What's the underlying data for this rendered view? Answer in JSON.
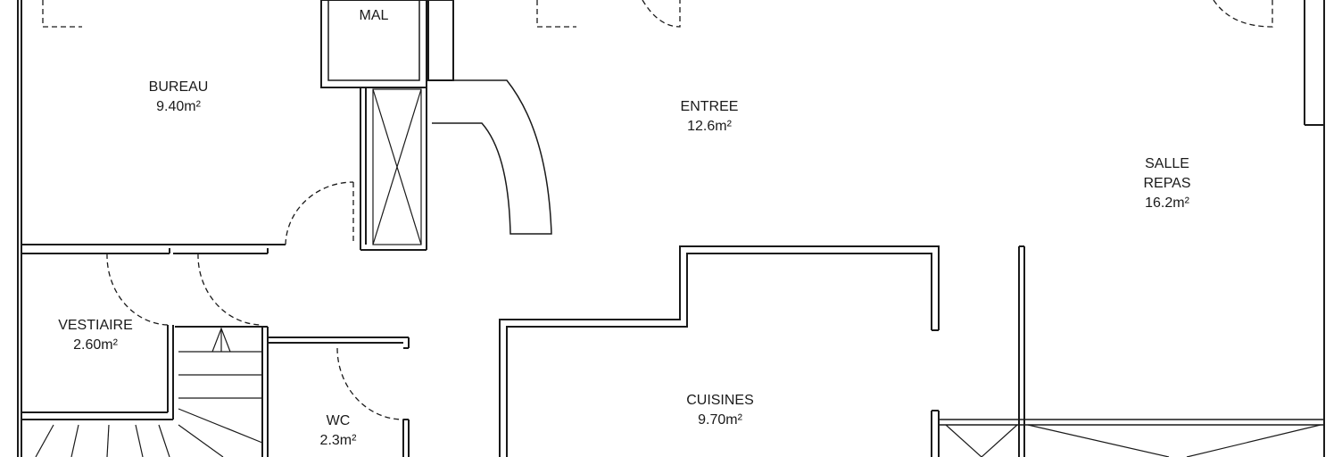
{
  "rooms": {
    "mal": {
      "name": "MAL"
    },
    "bureau": {
      "name": "BUREAU",
      "area": "9.40m²"
    },
    "entree": {
      "name": "ENTREE",
      "area": "12.6m²"
    },
    "salle": {
      "name_line1": "SALLE",
      "name_line2": "REPAS",
      "area": "16.2m²"
    },
    "vestiaire": {
      "name": "VESTIAIRE",
      "area": "2.60m²"
    },
    "wc": {
      "name": "WC",
      "area": "2.3m²"
    },
    "cuisines": {
      "name": "CUISINES",
      "area": "9.70m²"
    }
  }
}
